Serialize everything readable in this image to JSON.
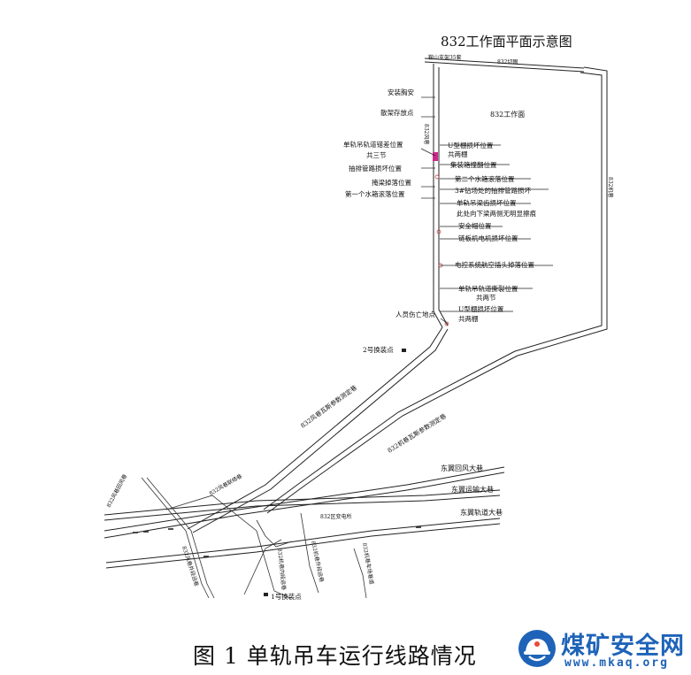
{
  "title": "832工作面平面示意图",
  "top_road_label": "鞍山支架35套",
  "top_cut_label": "832切眼",
  "face_label": "832工作面",
  "right_road_label": "832机巷",
  "left_road_label": "832风巷",
  "annotations": [
    "安装胸安",
    "散架存放点",
    "单轨吊轨道错差位置",
    "共三节",
    "U型棚损坏位置",
    "共两棚",
    "抽排管路损坏位置",
    "集装箱撞翻位置",
    "掩梁掉落位置",
    "第二个水箱滚落位置",
    "第一个水箱滚落位置",
    "3#钻场处的抽排管路损坏",
    "单轨吊梁齿损坏位置",
    "此处向下梁两侧无明显擦痕",
    "安全帽位置",
    "链板机电机损坏位置",
    "电控系统航空插头掉落位置",
    "单轨吊轨道撕裂位置",
    "共两节",
    "U型棚损坏位置",
    "共两棚",
    "人员伤亡地点"
  ],
  "station_2": "2号换装点",
  "station_1": "1号换装点",
  "wind_gas_road": "832风巷瓦斯参数测定巷",
  "machine_gas_road": "832机巷瓦斯参数测定巷",
  "east_return": "东翼回风大巷",
  "east_transport": "东翼运输大巷",
  "east_track": "东翼轨道大巷",
  "bottom_labels": [
    "832风巷回风巷",
    "832风巷联络巷",
    "832区变电所",
    "832风巷外段运巷",
    "832机巷内段运巷",
    "832机巷外段运巷",
    "832机巷车场巷道"
  ],
  "caption": "图 1 单轨吊车运行线路情况",
  "logo": {
    "name": "煤矿安全网",
    "url": "www.mkaq.org",
    "color": "#1e63b8"
  }
}
